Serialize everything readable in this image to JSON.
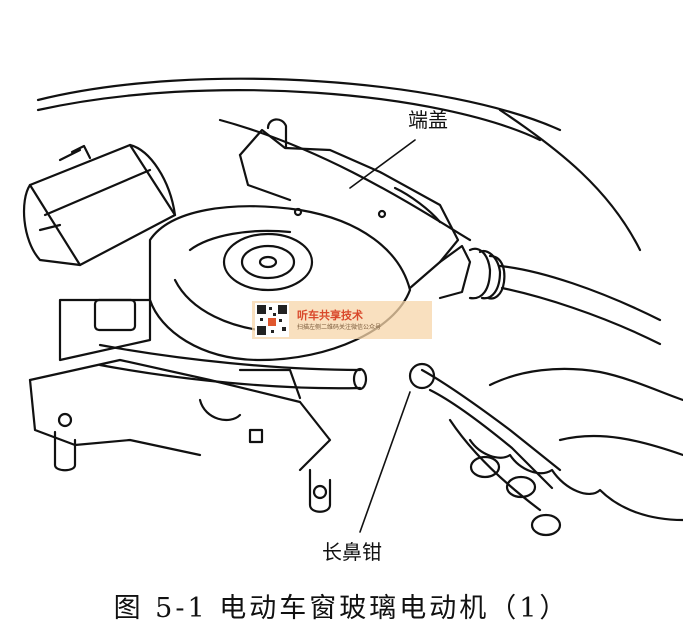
{
  "labels": {
    "end_cap": "端盖",
    "long_nose_pliers": "长鼻钳"
  },
  "caption": "图 5-1  电动车窗玻璃电动机（1）",
  "watermark": {
    "title": "听车共享技术",
    "subtitle": "扫描左侧二维码关注微信公众号"
  },
  "colors": {
    "line": "#111111",
    "background": "#ffffff",
    "watermark_bg": "#f7d6aa",
    "watermark_title": "#d9482b"
  }
}
